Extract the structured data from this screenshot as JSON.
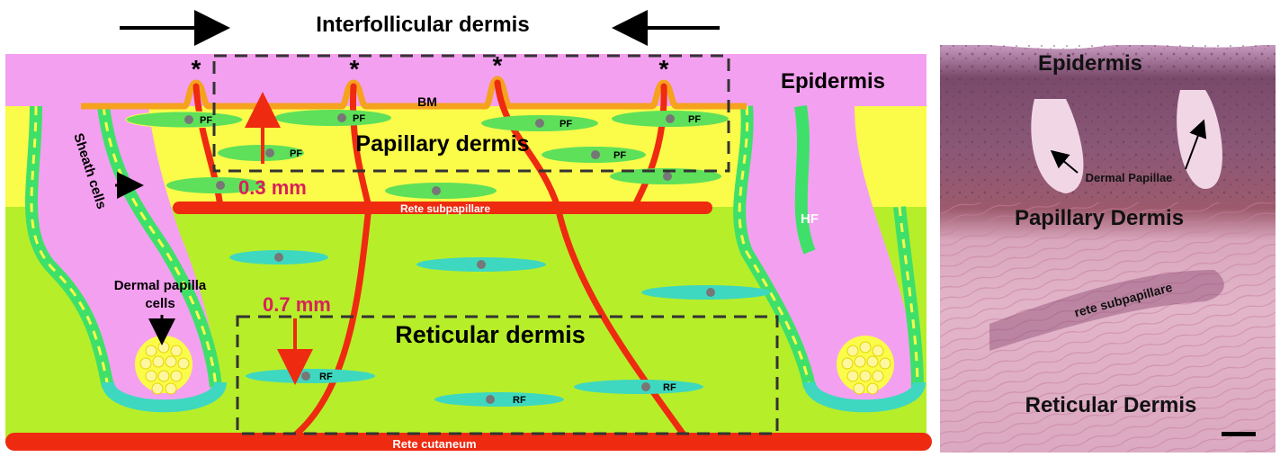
{
  "diagram": {
    "title": "Interfollicular dermis",
    "layers": {
      "epidermis": "Epidermis",
      "papillary": "Papillary dermis",
      "reticular": "Reticular dermis",
      "bm": "BM",
      "hf": "HF"
    },
    "vessels": {
      "subpapillare": "Rete subpapillare",
      "cutaneum": "Rete cutaneum"
    },
    "measurements": {
      "papillary_depth": "0.3 mm",
      "reticular_depth": "0.7 mm"
    },
    "cells": {
      "sheath": "Sheath cells",
      "dermal_papilla_line1": "Dermal papilla",
      "dermal_papilla_line2": "cells",
      "pf": "PF",
      "rf": "RF"
    },
    "markers": {
      "asterisk": "*"
    },
    "colors": {
      "epidermis": "#f4a0f0",
      "papillary": "#fbfb4a",
      "reticular": "#b7ee2a",
      "vessel": "#ee2a10",
      "bm": "#f5a21e",
      "fibroblast": "#5ee05a",
      "reticular_fibroblast": "#3ed8c0",
      "sheath": "#3ee06a",
      "measure_text": "#d8205a"
    }
  },
  "histology": {
    "labels": {
      "epidermis": "Epidermis",
      "dermal_papillae": "Dermal Papillae",
      "papillary": "Papillary Dermis",
      "rete": "rete subpapillare",
      "reticular": "Reticular Dermis"
    }
  }
}
